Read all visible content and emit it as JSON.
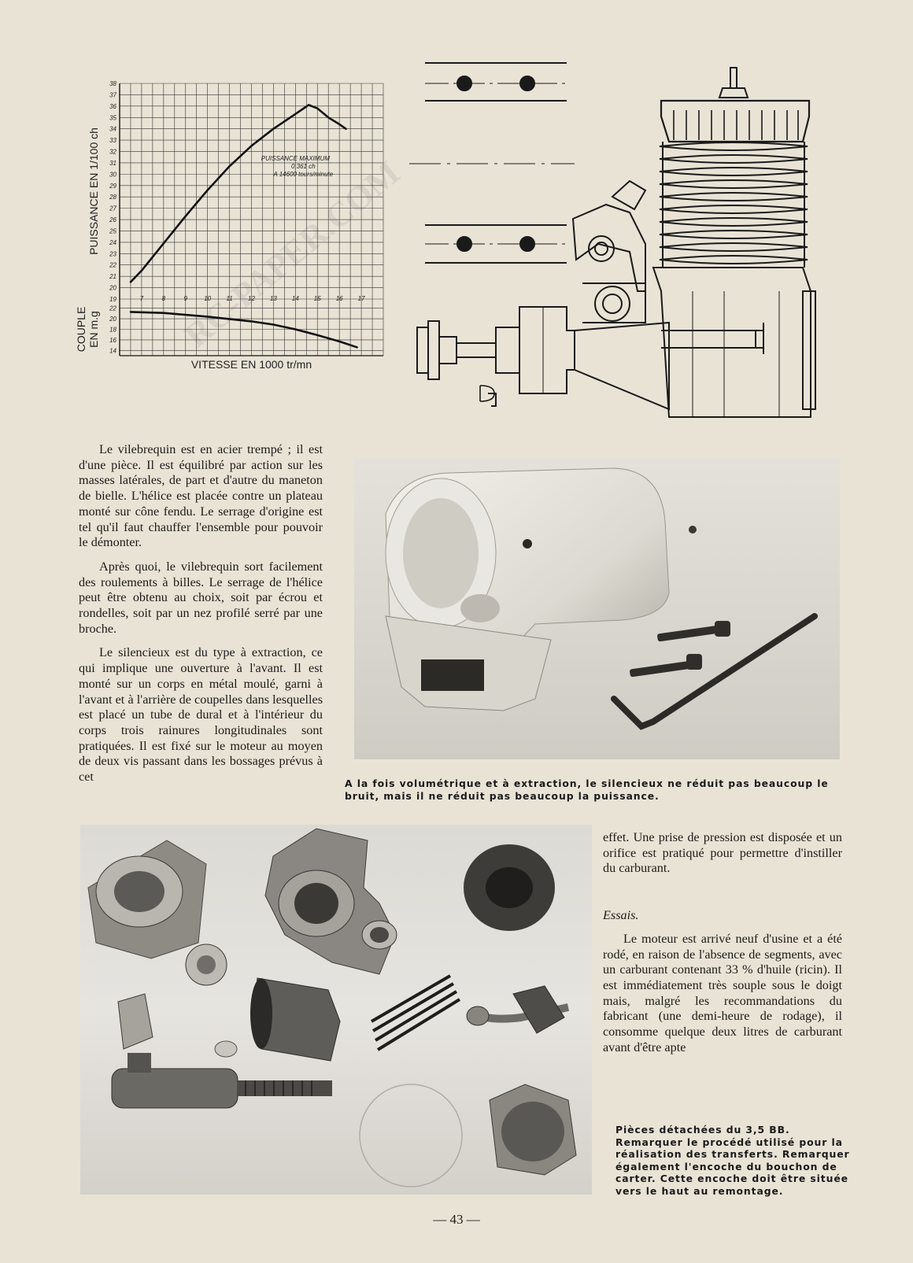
{
  "chart_data": {
    "type": "line",
    "xlabel": "VITESSE EN 1000 tr/mn",
    "x_ticks": [
      7,
      8,
      9,
      10,
      11,
      12,
      13,
      14,
      15,
      16,
      17
    ],
    "xlim": [
      6,
      18
    ],
    "top_panel": {
      "ylabel": "PUISSANCE EN 1/100 ch",
      "y_ticks": [
        19,
        20,
        21,
        22,
        23,
        24,
        25,
        26,
        27,
        28,
        29,
        30,
        31,
        32,
        33,
        34,
        35,
        36,
        37,
        38
      ],
      "ylim": [
        19,
        38
      ],
      "series": [
        {
          "x": [
            6.5,
            7,
            8,
            9,
            10,
            11,
            12,
            13,
            14,
            14.6,
            15,
            15.5,
            16,
            16.3
          ],
          "y": [
            20.5,
            21.5,
            23.9,
            26.3,
            28.6,
            30.7,
            32.5,
            34.0,
            35.3,
            36.1,
            35.8,
            35.0,
            34.4,
            34.0
          ]
        }
      ],
      "annotation": [
        "PUISSANCE MAXIMUM",
        "0,361 ch",
        "A   14600 tours/minute"
      ]
    },
    "bottom_panel": {
      "ylabel_lines": [
        "COUPLE",
        "EN m.g"
      ],
      "y_ticks": [
        14,
        16,
        18,
        20,
        22
      ],
      "ylim": [
        13,
        23
      ],
      "series": [
        {
          "x": [
            6.5,
            8,
            10,
            12,
            13,
            14,
            15,
            16,
            16.8
          ],
          "y": [
            21.3,
            21.1,
            20.4,
            19.5,
            18.9,
            18.0,
            16.9,
            15.7,
            14.6
          ]
        }
      ]
    },
    "grid": true
  },
  "watermark": "RC-PAPER.COM",
  "paragraphs_col1": [
    "Le vilebrequin est en acier trempé ; il est d'une pièce. Il est équilibré par action sur les masses latérales, de part et d'autre du maneton de bielle. L'hélice est placée contre un plateau monté sur cône fendu. Le serrage d'origine est tel qu'il faut chauffer l'ensemble pour pouvoir le démonter.",
    "Après quoi, le vilebrequin sort facilement des roulements à billes. Le serrage de l'hélice peut être obtenu au choix, soit par écrou et rondelles, soit par un nez profilé serré par une broche.",
    "Le silencieux est du type à extraction, ce qui implique une ouverture à l'avant. Il est monté sur un corps en métal moulé, garni à l'avant et à l'arrière de coupelles dans lesquelles est placé un tube de dural et à l'intérieur du corps trois rainures longitudinales sont pratiquées. Il est fixé sur le moteur au moyen de deux vis passant dans les bossages prévus à cet"
  ],
  "caption_1": "A la fois volumétrique et à extraction, le silencieux ne réduit pas beaucoup le bruit, mais il ne réduit pas beaucoup la puissance.",
  "col2": {
    "continuation": "effet. Une prise de pression est disposée et un orifice est pratiqué pour permettre d'instiller du carburant.",
    "heading": "Essais.",
    "paragraph": "Le moteur est arrivé neuf d'usine et a été rodé, en raison de l'absence de segments, avec un carburant contenant 33 % d'huile (ricin). Il est immédiatement très souple sous le doigt mais, malgré les recommandations du fabricant (une demi-heure de rodage), il consomme quelque deux litres de carburant avant d'être apte"
  },
  "caption_2": "Pièces détachées du 3,5 BB. Remarquer le procédé utilisé pour la réalisation des transferts. Remarquer également l'encoche du bouchon de carter. Cette encoche doit être située vers le haut au remontage.",
  "page_number": "— 43 —"
}
